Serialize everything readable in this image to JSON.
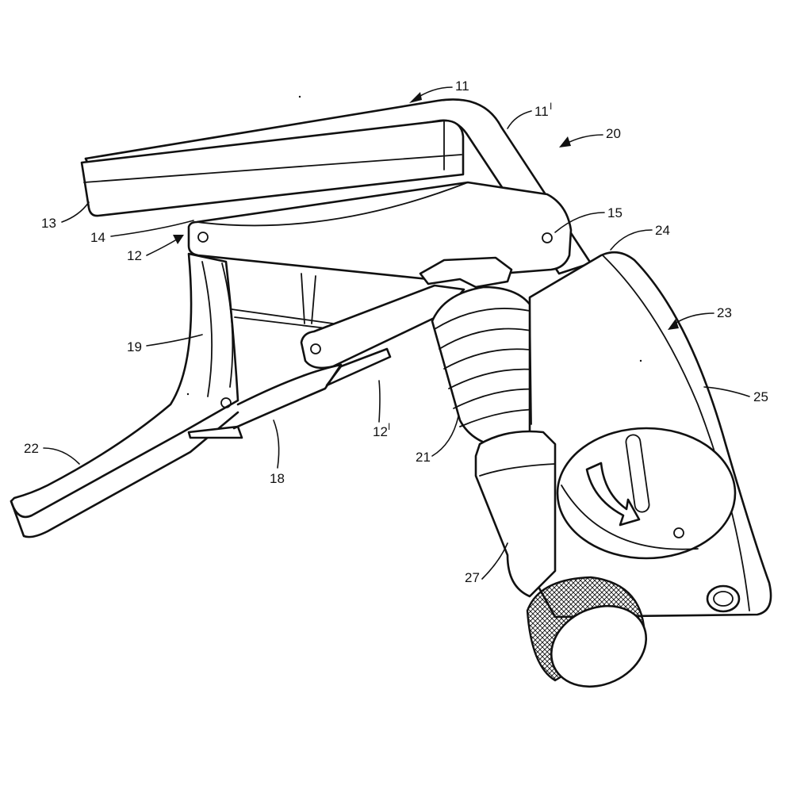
{
  "figure": {
    "labels": {
      "l11": "11",
      "l11p": "11",
      "l11p_sup": "I",
      "l20": "20",
      "l13": "13",
      "l14": "14",
      "l12": "12",
      "l15": "15",
      "l24": "24",
      "l23": "23",
      "l19": "19",
      "l25": "25",
      "l12p": "12",
      "l12p_sup": "I",
      "l22": "22",
      "l18": "18",
      "l21": "21",
      "l27": "27"
    },
    "icons": [
      "rotation-arrow-icon",
      "knurled-knob-icon"
    ]
  }
}
